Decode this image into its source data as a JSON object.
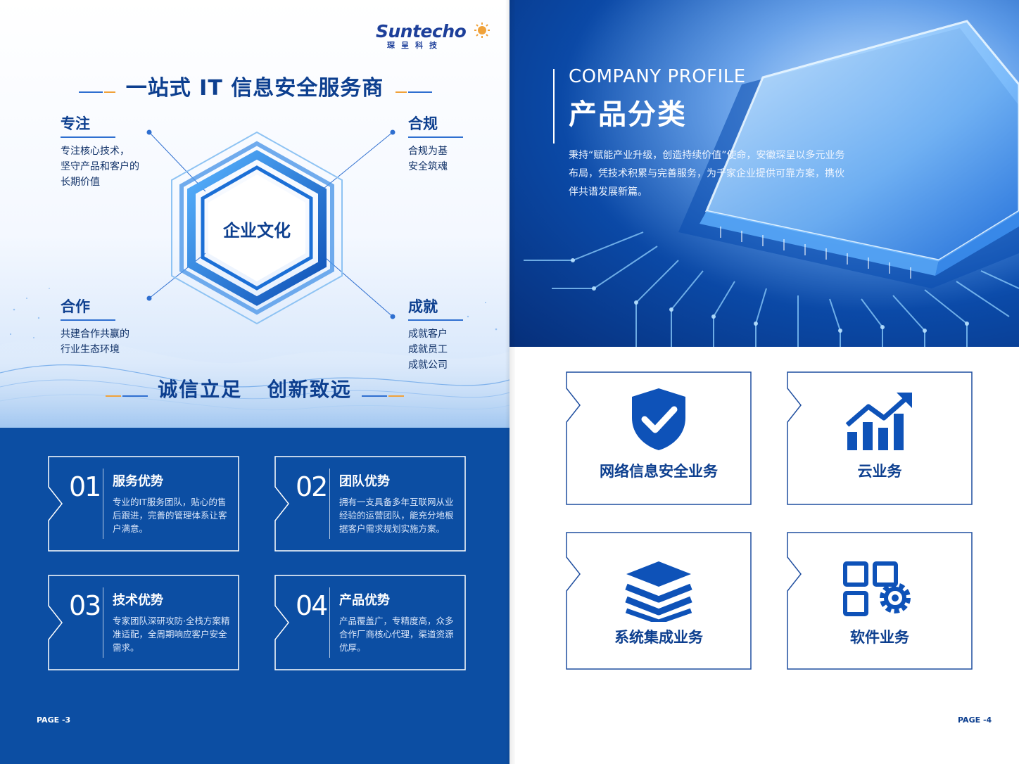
{
  "left_page": {
    "logo": {
      "brand": "Suntecho",
      "sub": "琛呈科技"
    },
    "main_title": "一站式 IT 信息安全服务商",
    "culture_center": "企业文化",
    "culture": [
      {
        "title": "专注",
        "lines": [
          "专注核心技术，",
          "坚守产品和客户的",
          "长期价值"
        ]
      },
      {
        "title": "合规",
        "lines": [
          "合规为基",
          "安全筑魂"
        ]
      },
      {
        "title": "合作",
        "lines": [
          "共建合作共赢的",
          "行业生态环境"
        ]
      },
      {
        "title": "成就",
        "lines": [
          "成就客户",
          "成就员工",
          "成就公司"
        ]
      }
    ],
    "slogan": [
      "诚信立足",
      "创新致远"
    ],
    "advantages": [
      {
        "num": "01",
        "title": "服务优势",
        "text": "专业的IT服务团队，贴心的售后跟进，完善的管理体系让客户满意。"
      },
      {
        "num": "02",
        "title": "团队优势",
        "text": "拥有一支具备多年互联网从业经验的运营团队，能充分地根据客户需求规划实施方案。"
      },
      {
        "num": "03",
        "title": "技术优势",
        "text": "专家团队深研攻防·全栈方案精准适配，全周期响应客户安全需求。"
      },
      {
        "num": "04",
        "title": "产品优势",
        "text": "产品覆盖广，专精度高，众多合作厂商核心代理，渠道资源优厚。"
      }
    ],
    "page_no": "PAGE -3"
  },
  "right_page": {
    "subtitle": "COMPANY PROFILE",
    "title": "产品分类",
    "description": "秉持“赋能产业升级，创造持续价值”使命，安徽琛呈以多元业务布局，凭技术积累与完善服务，为千家企业提供可靠方案，携伙伴共谱发展新篇。",
    "business": [
      {
        "label": "网络信息安全业务",
        "icon": "shield-check-icon"
      },
      {
        "label": "云业务",
        "icon": "growth-chart-icon"
      },
      {
        "label": "系统集成业务",
        "icon": "layers-icon"
      },
      {
        "label": "软件业务",
        "icon": "apps-gear-icon"
      }
    ],
    "page_no": "PAGE -4"
  },
  "colors": {
    "primary": "#0d3f8f",
    "panel_blue": "#0c4ea3",
    "accent_orange": "#f0a23a",
    "light_blue": "#2f6fd0"
  }
}
